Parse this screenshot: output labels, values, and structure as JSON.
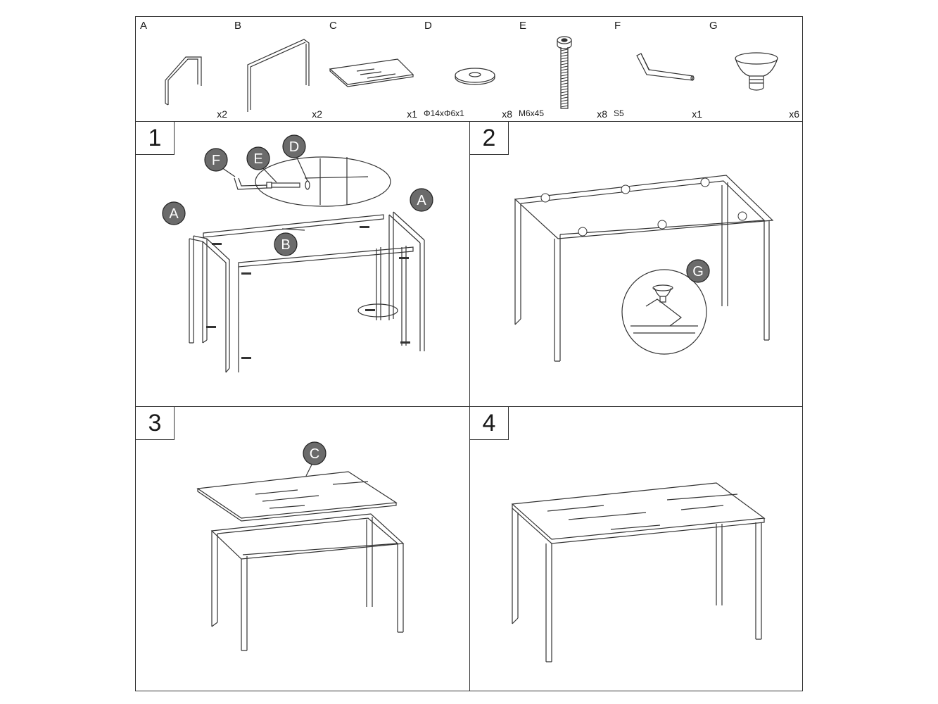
{
  "parts": [
    {
      "letter": "A",
      "qty": "x2",
      "spec": "",
      "icon": "side-frame-a-icon"
    },
    {
      "letter": "B",
      "qty": "x2",
      "spec": "",
      "icon": "long-frame-b-icon"
    },
    {
      "letter": "C",
      "qty": "x1",
      "spec": "",
      "icon": "glass-top-c-icon"
    },
    {
      "letter": "D",
      "qty": "x8",
      "spec": "Φ14xΦ6x1",
      "icon": "washer-d-icon"
    },
    {
      "letter": "E",
      "qty": "x8",
      "spec": "M6x45",
      "icon": "bolt-e-icon"
    },
    {
      "letter": "F",
      "qty": "x1",
      "spec": "S5",
      "icon": "allen-key-f-icon"
    },
    {
      "letter": "G",
      "qty": "x6",
      "spec": "",
      "icon": "suction-cup-g-icon"
    }
  ],
  "steps": [
    {
      "number": "1",
      "callouts": [
        "F",
        "E",
        "D",
        "A",
        "A",
        "B"
      ]
    },
    {
      "number": "2",
      "callouts": [
        "G"
      ]
    },
    {
      "number": "3",
      "callouts": [
        "C"
      ]
    },
    {
      "number": "4",
      "callouts": []
    }
  ]
}
